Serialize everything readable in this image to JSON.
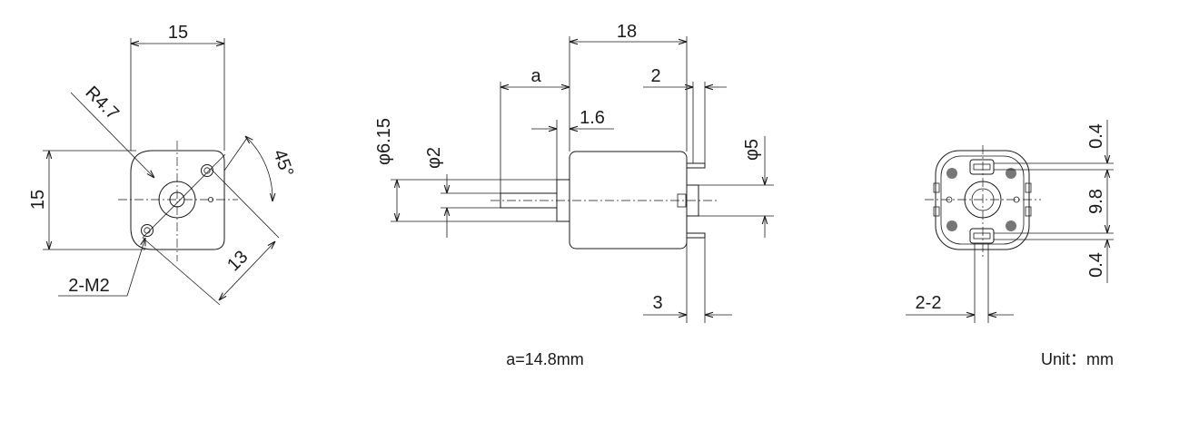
{
  "front_view": {
    "width_dim": "15",
    "height_dim": "15",
    "radius_dim": "R4.7",
    "angle_dim": "45°",
    "diagonal_dim": "13",
    "hole_note": "2-M2"
  },
  "side_view": {
    "length_dim": "18",
    "shaft_length_dim": "a",
    "terminal_dim": "2",
    "collar_dim": "1.6",
    "housing_diameter_dim": "φ6.15",
    "shaft_diameter_dim": "φ2",
    "boss_diameter_dim": "φ5",
    "terminal_offset_dim": "3",
    "footnote": "a=14.8mm"
  },
  "rear_view": {
    "top_gap_dim": "0.4",
    "pitch_dim": "9.8",
    "bottom_gap_dim": "0.4",
    "terminal_width_dim": "2-2",
    "unit_note": "Unit：mm"
  }
}
